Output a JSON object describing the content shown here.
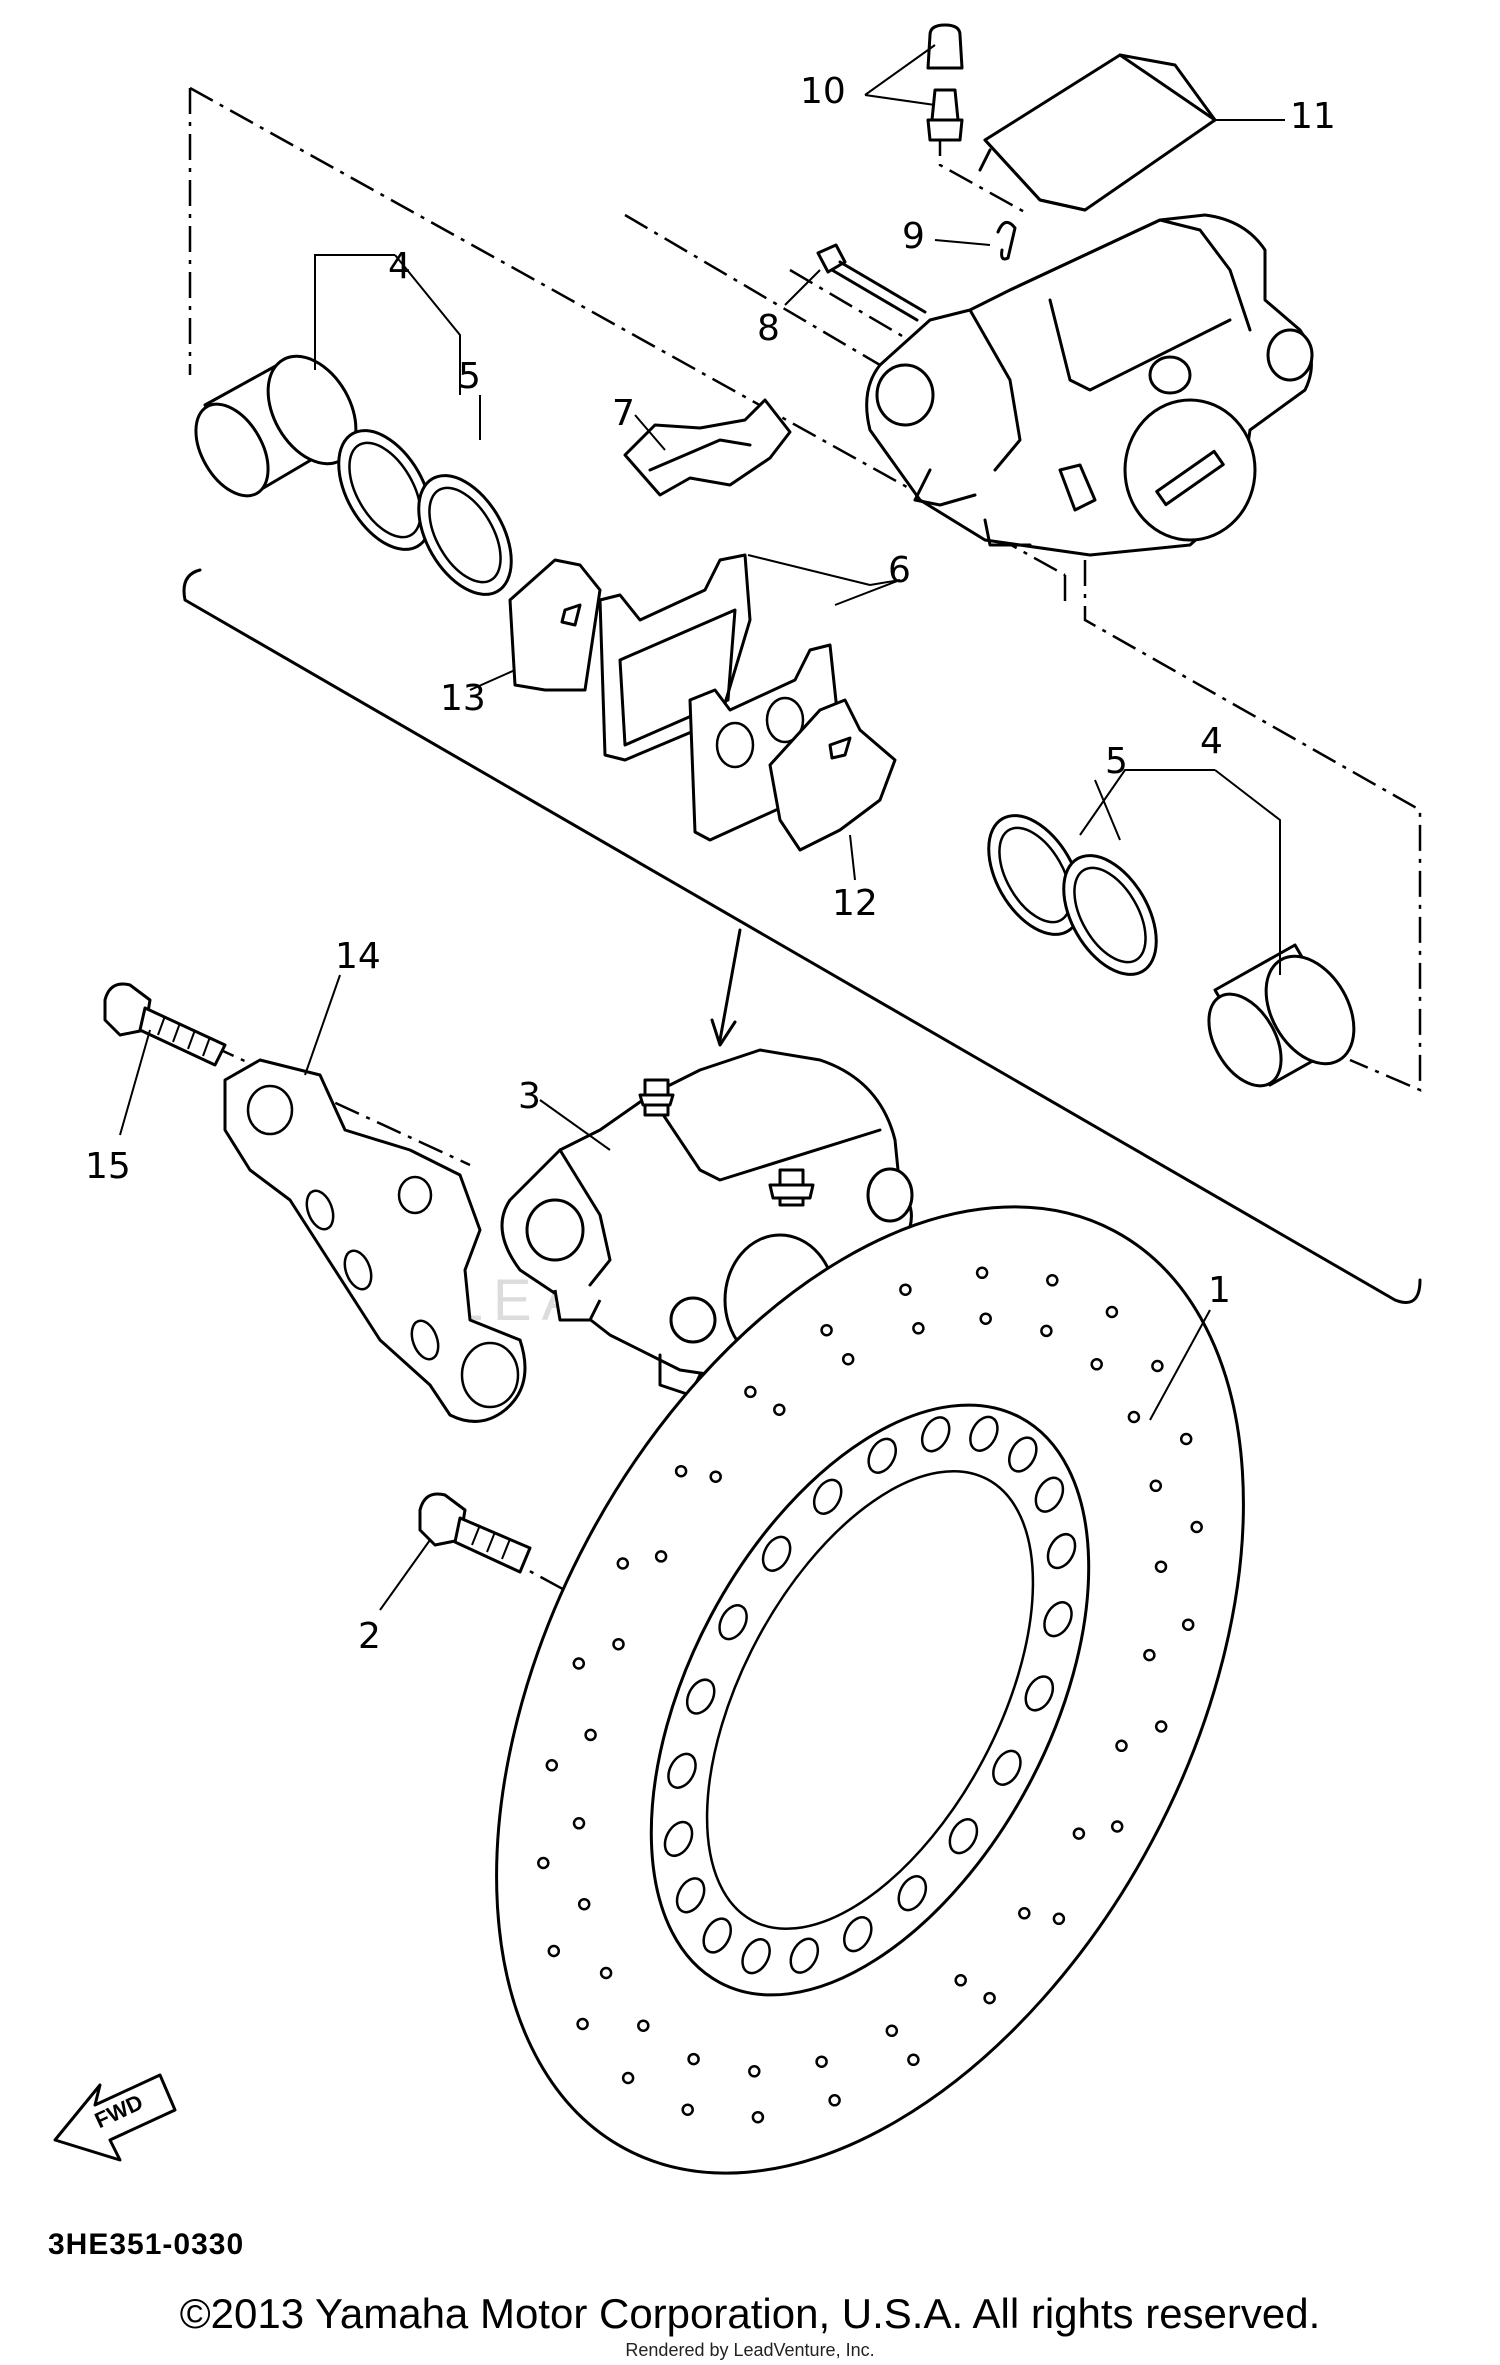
{
  "callouts": {
    "c1": "1",
    "c2": "2",
    "c3": "3",
    "c4a": "4",
    "c4b": "4",
    "c5a": "5",
    "c5b": "5",
    "c6": "6",
    "c7": "7",
    "c8": "8",
    "c9": "9",
    "c10": "10",
    "c11": "11",
    "c12": "12",
    "c13": "13",
    "c14": "14",
    "c15": "15"
  },
  "fwd_label": "FWD",
  "watermark": "LEADVENTURE",
  "diagram_code": "3HE351-0330",
  "copyright": "©2013 Yamaha Motor Corporation, U.S.A. All rights reserved.",
  "rendered_by": "Rendered by LeadVenture, Inc."
}
